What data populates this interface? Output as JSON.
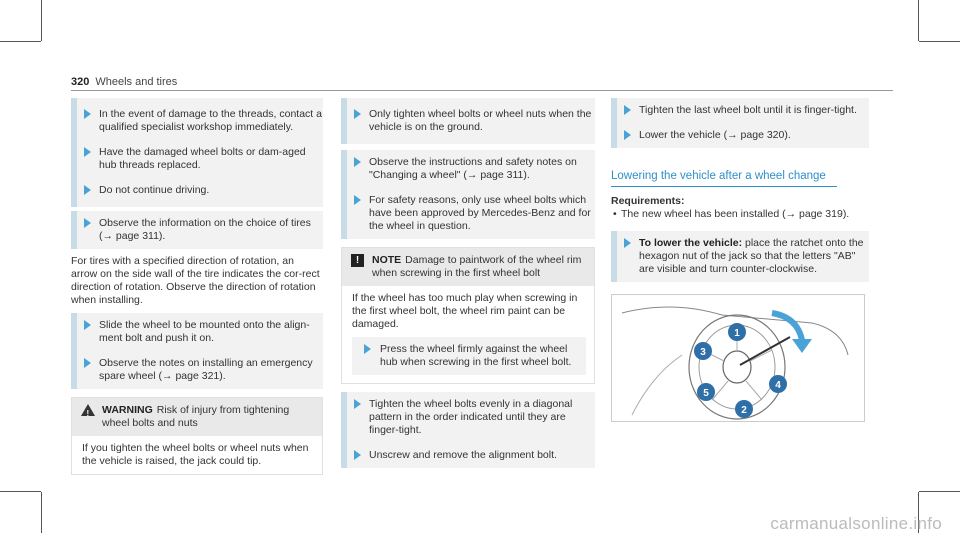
{
  "header": {
    "page_number": "320",
    "section": "Wheels and tires"
  },
  "col1": {
    "group_steps": [
      "In the event of damage to the threads, contact a qualified specialist workshop immediately.",
      "Have the damaged wheel bolts or dam-aged hub threads replaced.",
      "Do not continue driving."
    ],
    "step_observe": "Observe the information on the choice of tires (→ page 311).",
    "para_rotation": "For tires with a specified direction of rotation, an arrow on the side wall of the tire indicates the cor-rect direction of rotation. Observe the direction of rotation when installing.",
    "step_slide": "Slide the wheel to be mounted onto the align-ment bolt and push it on.",
    "step_notes": "Observe the notes on installing an emergency spare wheel (→ page 321).",
    "warning": {
      "label": "WARNING",
      "title": "Risk of injury from tightening wheel bolts and nuts",
      "body": "If you tighten the wheel bolts or wheel nuts when the vehicle is raised, the jack could tip."
    }
  },
  "col2": {
    "group_step": "Only tighten wheel bolts or wheel nuts when the vehicle is on the ground.",
    "step_instructions": "Observe the instructions and safety notes on \"Changing a wheel\" (→ page 311).",
    "step_safety": "For safety reasons, only use wheel bolts which have been approved by Mercedes-Benz and for the wheel in question.",
    "note": {
      "label": "NOTE",
      "title": "Damage to paintwork of the wheel rim when screwing in the first wheel bolt",
      "body": "If the wheel has too much play when screwing in the first wheel bolt, the wheel rim paint can be damaged.",
      "step": "Press the wheel firmly against the wheel hub when screwing in the first wheel bolt."
    },
    "step_tighten": "Tighten the wheel bolts evenly in a diagonal pattern in the order indicated until they are finger-tight.",
    "step_unscrew": "Unscrew and remove the alignment bolt."
  },
  "col3": {
    "group_step": "Tighten the last wheel bolt until it is finger-tight.",
    "step_lower": "Lower the vehicle (→ page 320).",
    "subhead": "Lowering the vehicle after a wheel change",
    "requirements_title": "Requirements:",
    "requirement": "The new wheel has been installed (→ page 319).",
    "step_label": "To lower the vehicle:",
    "step_text": "place the ratchet onto the hexagon nut of the jack so that the letters \"AB\" are visible and turn counter-clockwise.",
    "figure_numbers": [
      "1",
      "2",
      "3",
      "4",
      "5"
    ]
  },
  "watermark": "carmanualsonline.info"
}
